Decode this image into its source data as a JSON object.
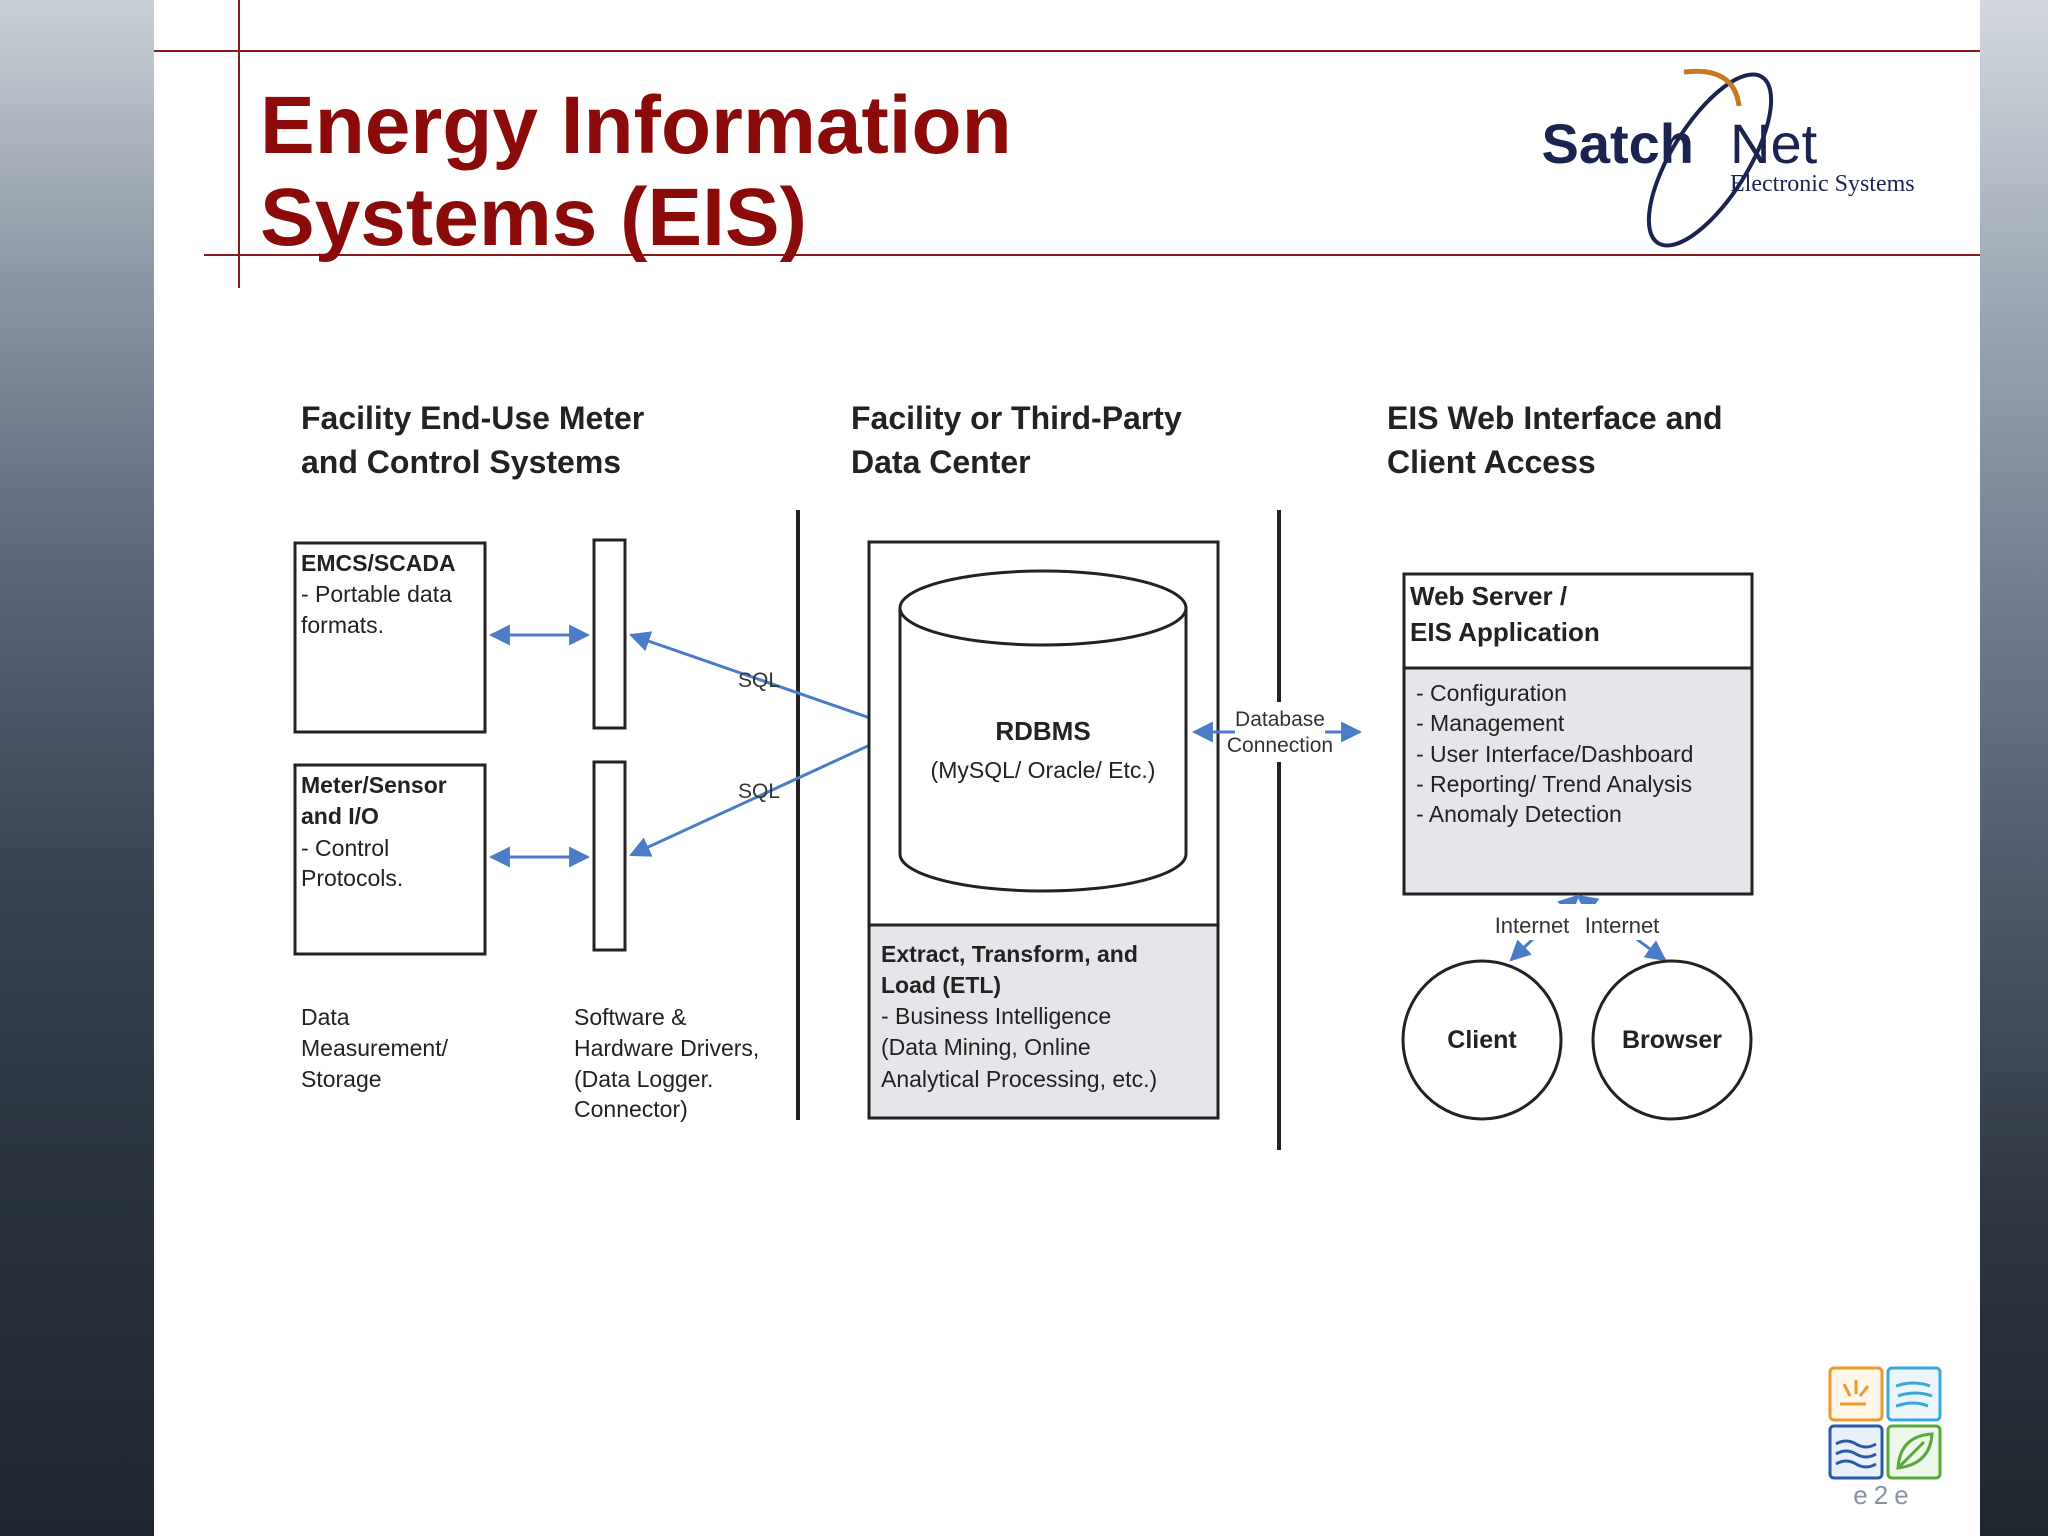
{
  "slide": {
    "title_line1": "Energy Information",
    "title_line2": "Systems (EIS)"
  },
  "logo": {
    "name_part1": "Satch",
    "name_part2": "Net",
    "tagline": "Electronic Systems"
  },
  "e2e_logo": {
    "text": "e2e"
  },
  "diagram": {
    "col1": {
      "heading_line1": "Facility End-Use Meter",
      "heading_line2": "and Control Systems"
    },
    "col2": {
      "heading_line1": "Facility or Third-Party",
      "heading_line2": "Data Center"
    },
    "col3": {
      "heading_line1": "EIS Web Interface and",
      "heading_line2": "Client Access"
    },
    "emcs": {
      "title": "EMCS/SCADA",
      "line1": "- Portable data",
      "line2": "formats."
    },
    "meter": {
      "title_line1": "Meter/Sensor",
      "title_line2": "and I/O",
      "line1": "- Control",
      "line2": "Protocols."
    },
    "sql_top": "SQL",
    "sql_bottom": "SQL",
    "data_label": {
      "line1": "Data",
      "line2": "Measurement/",
      "line3": "Storage"
    },
    "drivers_label": {
      "line1": "Software &",
      "line2": "Hardware Drivers,",
      "line3": "(Data Logger.",
      "line4": "Connector)"
    },
    "rdbms": {
      "title": "RDBMS",
      "subtitle": "(MySQL/ Oracle/ Etc.)"
    },
    "etl": {
      "title_line1": "Extract, Transform, and",
      "title_line2": "Load (ETL)",
      "line1": "- Business Intelligence",
      "line2": "(Data Mining, Online",
      "line3": "Analytical Processing, etc.)"
    },
    "db_connection": {
      "line1": "Database",
      "line2": "Connection"
    },
    "web_server": {
      "title_line1": "Web Server /",
      "title_line2": "EIS Application",
      "items": [
        "- Configuration",
        "- Management",
        "- User Interface/Dashboard",
        "- Reporting/ Trend Analysis",
        "- Anomaly Detection"
      ]
    },
    "internet_left": "Internet",
    "internet_right": "Internet",
    "client": "Client",
    "browser": "Browser"
  },
  "colors": {
    "title_red": "#8b0a0a",
    "arrow_blue": "#4a7cc7",
    "panel_gray": "#e6e6ea"
  }
}
